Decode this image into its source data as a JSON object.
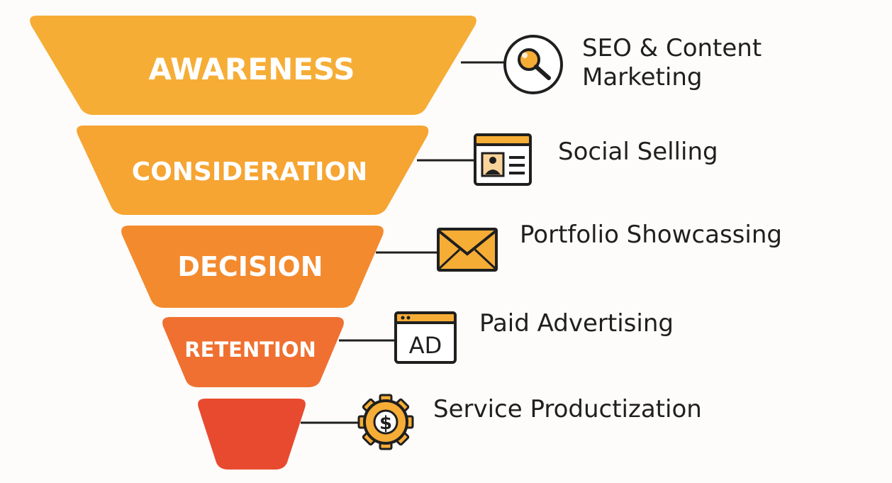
{
  "funnel": {
    "stages": [
      {
        "name": "AWARENESS",
        "color": "#f6ad36",
        "channel": "SEO & Content\nMarketing",
        "icon": "magnifier-icon"
      },
      {
        "name": "CONSIDERATION",
        "color": "#f6a432",
        "channel": "Social Selling",
        "icon": "profile-card-icon"
      },
      {
        "name": "DECISION",
        "color": "#f38a2e",
        "channel": "Portfolio Showcassing",
        "icon": "envelope-icon"
      },
      {
        "name": "RETENTION",
        "color": "#ef7030",
        "channel": "Paid Advertising",
        "icon": "ad-window-icon",
        "icon_text": "AD"
      },
      {
        "name": "",
        "color": "#e84a30",
        "channel": "Service Productization",
        "icon": "dollar-gear-icon",
        "icon_text": "$"
      }
    ]
  },
  "colors": {
    "connector": "#1f1f1f",
    "icon_stroke": "#1f1f1f",
    "icon_fill": "#f6ad36",
    "text": "#1f1f1f",
    "stage_text": "#ffffff"
  }
}
